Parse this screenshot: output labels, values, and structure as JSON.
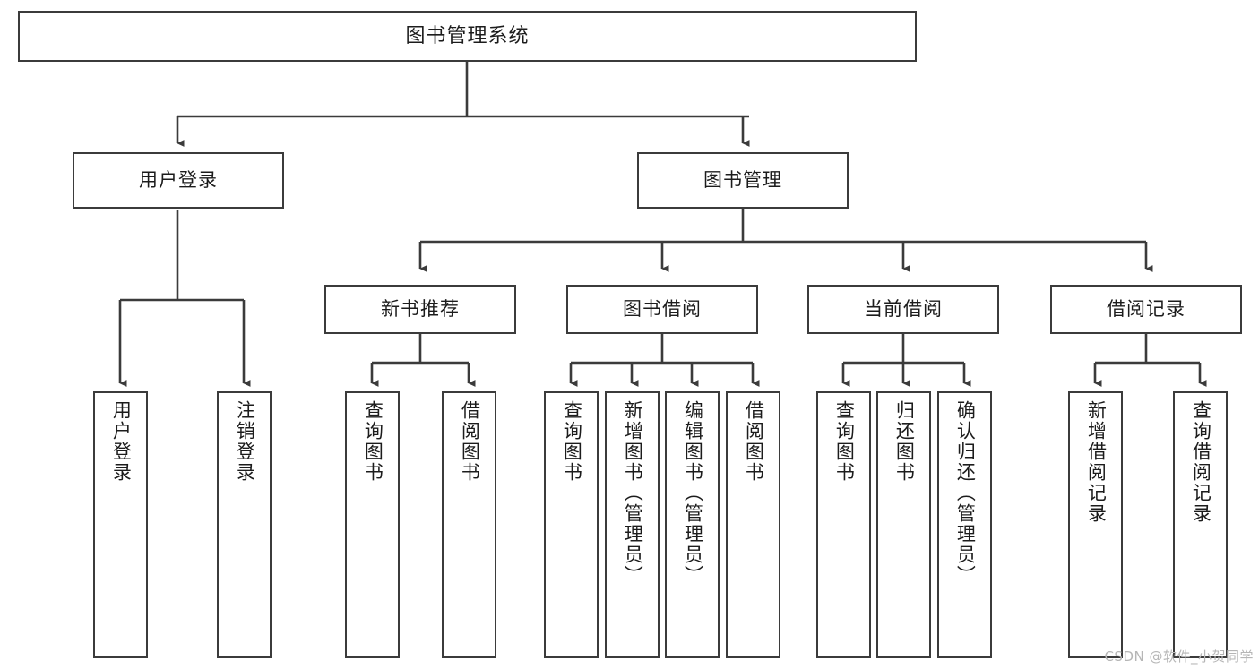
{
  "diagram": {
    "title": "图书管理系统",
    "watermark": "CSDN @软件_小贺同学",
    "colors": {
      "background": "#ffffff",
      "box_border": "#3b3b3b",
      "box_fill": "#ffffff",
      "text": "#1c1c1c",
      "edge": "#3b3b3b",
      "watermark": "#b6b6b6"
    },
    "nodes": {
      "root": "图书管理系统",
      "user_login": "用户登录",
      "book_manage": "图书管理",
      "new_book_recommend": "新书推荐",
      "book_borrow": "图书借阅",
      "current_borrow": "当前借阅",
      "borrow_record": "借阅记录",
      "leaf_user_login": "用户登录",
      "leaf_user_logout": "注销登录",
      "leaf_query_book_1": "查询图书",
      "leaf_borrow_book_1": "借阅图书",
      "leaf_query_book_2": "查询图书",
      "leaf_add_book_admin": "新增图书（管理员）",
      "leaf_edit_book_admin": "编辑图书（管理员）",
      "leaf_borrow_book_2": "借阅图书",
      "leaf_query_book_3": "查询图书",
      "leaf_return_book": "归还图书",
      "leaf_confirm_return_admin": "确认归还（管理员）",
      "leaf_add_record": "新增借阅记录",
      "leaf_query_record": "查询借阅记录"
    }
  }
}
